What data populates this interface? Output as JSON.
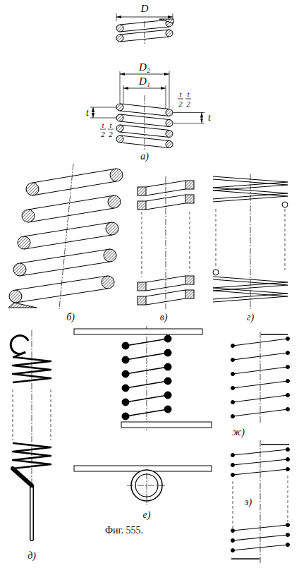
{
  "diagram": {
    "caption": "Фиг. 555.",
    "labels": [
      "D",
      "D₂",
      "D₁",
      "t",
      "t",
      "2",
      "t",
      "2",
      "t",
      "2",
      "t",
      "2",
      "t",
      "а)",
      "б)",
      "в)",
      "г)",
      "д)",
      "е)",
      "ж)",
      "з)"
    ]
  }
}
